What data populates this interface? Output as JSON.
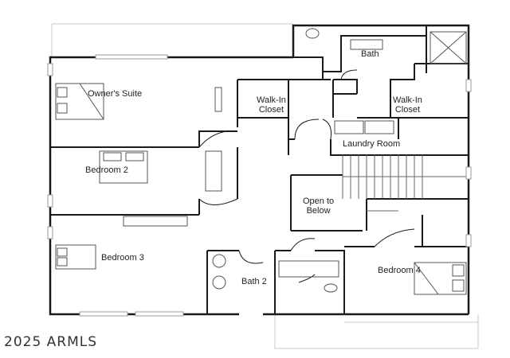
{
  "rooms": {
    "owners_suite": "Owner's Suite",
    "bath": "Bath",
    "walk_in_closet_left_1": "Walk-In",
    "walk_in_closet_left_2": "Closet",
    "walk_in_closet_right_1": "Walk-In",
    "walk_in_closet_right_2": "Closet",
    "laundry_room": "Laundry Room",
    "bedroom_2": "Bedroom 2",
    "open_to_below_1": "Open to",
    "open_to_below_2": "Below",
    "bedroom_3": "Bedroom 3",
    "bath_2": "Bath 2",
    "bedroom_4": "Bedroom 4"
  },
  "watermark": "2025 ARMLS",
  "colors": {
    "wall": "#1a1a1a",
    "fixture": "#555555",
    "light": "#bbbbbb",
    "background": "#ffffff"
  }
}
